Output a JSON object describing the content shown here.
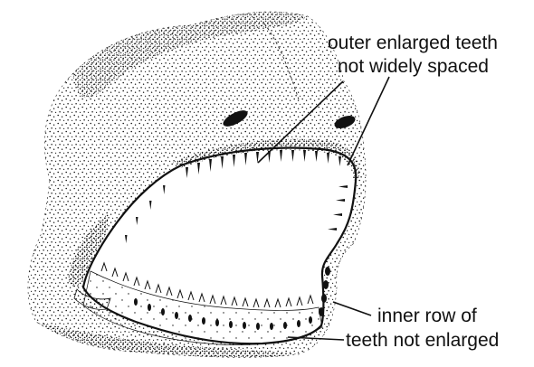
{
  "annotations": {
    "outer_teeth": {
      "line1": "outer enlarged teeth",
      "line2": "not widely spaced"
    },
    "inner_teeth": {
      "line1": "inner row of",
      "line2": "teeth not enlarged"
    }
  },
  "colors": {
    "ink": "#111111",
    "background": "#ffffff"
  }
}
